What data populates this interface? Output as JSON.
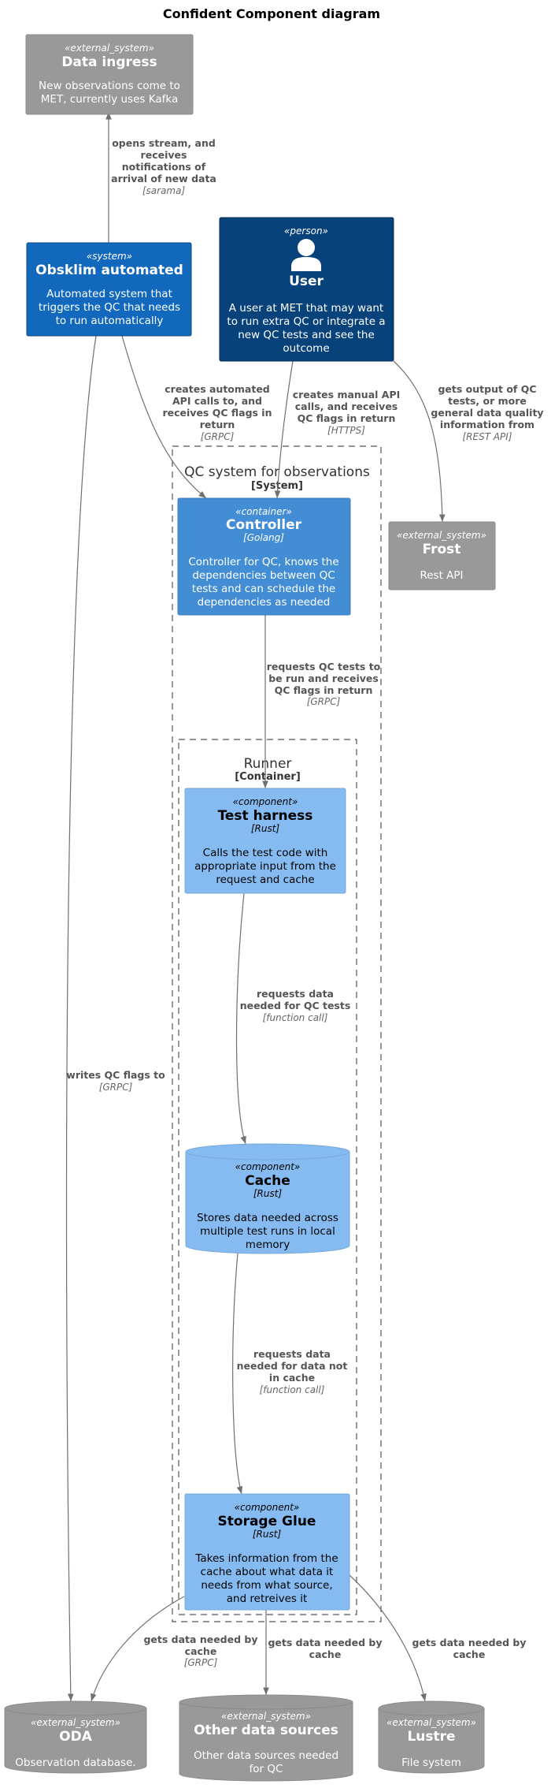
{
  "title": "Confident Component diagram",
  "colors": {
    "external": "#999999",
    "system": "#1168bd",
    "person": "#08427b",
    "container": "#438dd5",
    "component": "#85bbf0",
    "edge": "#707070"
  },
  "boundaries": {
    "qc": {
      "name": "QC system for observations",
      "type": "[System]"
    },
    "runner": {
      "name": "Runner",
      "type": "[Container]"
    }
  },
  "nodes": {
    "ingress": {
      "stereotype": "«external_system»",
      "name": "Data ingress",
      "desc": [
        "New observations come to",
        "MET, currently uses Kafka"
      ]
    },
    "obsklim": {
      "stereotype": "«system»",
      "name": "Obsklim automated",
      "desc": [
        "Automated system that",
        "triggers the QC that needs",
        "to run automatically"
      ]
    },
    "user": {
      "stereotype": "«person»",
      "name": "User",
      "icon": "person-icon",
      "desc": [
        "A user at MET that may want",
        "to run extra QC or integrate a",
        "new QC tests and see the",
        "outcome"
      ]
    },
    "controller": {
      "stereotype": "«container»",
      "name": "Controller",
      "tech": "[Golang]",
      "desc": [
        "Controller for QC, knows the",
        "dependencies between QC",
        "tests and can schedule the",
        "dependencies as needed"
      ]
    },
    "frost": {
      "stereotype": "«external_system»",
      "name": "Frost",
      "desc": [
        "Rest API"
      ]
    },
    "harness": {
      "stereotype": "«component»",
      "name": "Test harness",
      "tech": "[Rust]",
      "desc": [
        "Calls the test code with",
        "appropriate input from the",
        "request and cache"
      ]
    },
    "cache": {
      "stereotype": "«component»",
      "name": "Cache",
      "tech": "[Rust]",
      "desc": [
        "Stores data needed across",
        "multiple test runs in local",
        "memory"
      ]
    },
    "glue": {
      "stereotype": "«component»",
      "name": "Storage Glue",
      "tech": "[Rust]",
      "desc": [
        "Takes information from the",
        "cache about what data it",
        "needs from what source,",
        "and retreives it"
      ]
    },
    "oda": {
      "stereotype": "«external_system»",
      "name": "ODA",
      "desc": [
        "Observation database."
      ]
    },
    "other": {
      "stereotype": "«external_system»",
      "name": "Other data sources",
      "desc": [
        "Other data sources needed",
        "for QC"
      ]
    },
    "lustre": {
      "stereotype": "«external_system»",
      "name": "Lustre",
      "desc": [
        "File system"
      ]
    }
  },
  "relations": {
    "obsklim_ingress": {
      "label": [
        "opens stream, and",
        "receives",
        "notifications of",
        "arrival of new data"
      ],
      "tech": "[sarama]"
    },
    "obsklim_controller": {
      "label": [
        "creates automated",
        "API calls to, and",
        "receives QC flags in",
        "return"
      ],
      "tech": "[GRPC]"
    },
    "obsklim_oda": {
      "label": [
        "writes QC flags to"
      ],
      "tech": "[GRPC]"
    },
    "user_controller": {
      "label": [
        "creates manual API",
        "calls, and receives",
        "QC flags in return"
      ],
      "tech": "[HTTPS]"
    },
    "user_frost": {
      "label": [
        "gets output of QC",
        "tests, or more",
        "general data quality",
        "information from"
      ],
      "tech": "[REST API]"
    },
    "controller_harness": {
      "label": [
        "requests QC tests to",
        "be run and receives",
        "QC flags in return"
      ],
      "tech": "[GRPC]"
    },
    "harness_cache": {
      "label": [
        "requests data",
        "needed for QC tests"
      ],
      "tech": "[function call]"
    },
    "cache_glue": {
      "label": [
        "requests data",
        "needed for data not",
        "in cache"
      ],
      "tech": "[function call]"
    },
    "glue_oda": {
      "label": [
        "gets data needed by",
        "cache"
      ],
      "tech": "[GRPC]"
    },
    "glue_other": {
      "label": [
        "gets data needed by",
        "cache"
      ],
      "tech": ""
    },
    "glue_lustre": {
      "label": [
        "gets data needed by",
        "cache"
      ],
      "tech": ""
    }
  }
}
